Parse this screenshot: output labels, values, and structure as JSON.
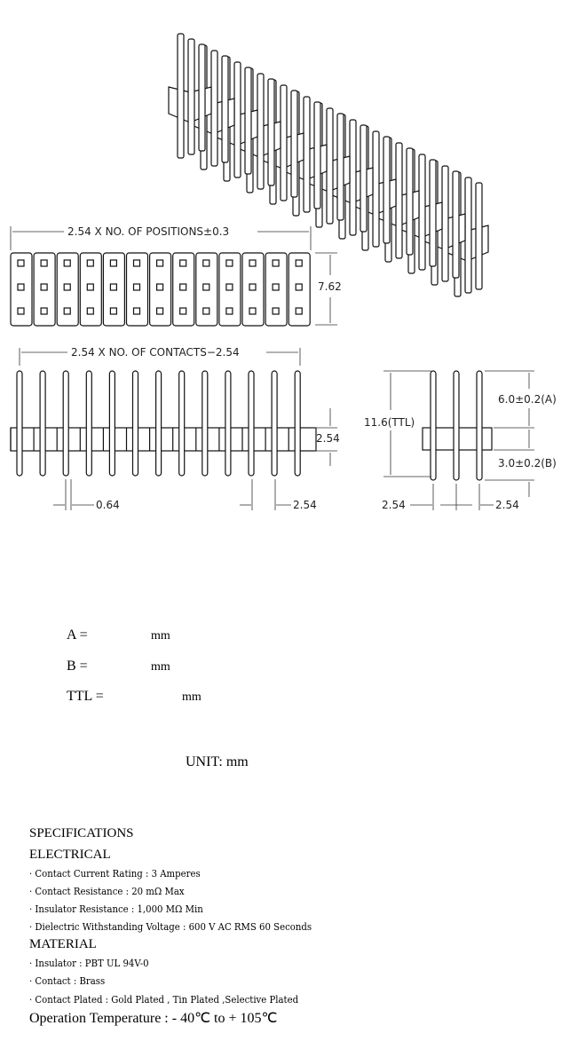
{
  "dimensions": {
    "positions_label": "2.54 X NO. OF POSITIONS±0.3",
    "width_762": "7.62",
    "contacts_label": "2.54 X NO. OF CONTACTS−2.54",
    "height_254": "2.54",
    "pin_width": "0.64",
    "pitch_right": "2.54",
    "ttl": "11.6(TTL)",
    "dim_a": "6.0±0.2(A)",
    "dim_b": "3.0±0.2(B)",
    "side_pitch_left": "2.54",
    "side_pitch_right": "2.54"
  },
  "drawing": {
    "positions": 13,
    "rows": 3
  },
  "formulas": [
    {
      "label": "A =",
      "unit": "mm"
    },
    {
      "label": "B =",
      "unit": "mm"
    },
    {
      "label": "TTL =",
      "unit": "mm"
    }
  ],
  "unit_label": "UNIT: mm",
  "specs": {
    "title": "SPECIFICATIONS",
    "electrical_title": "ELECTRICAL",
    "electrical": [
      "· Contact Current Rating  : 3 Amperes",
      "· Contact Resistance  :  20 mΩ  Max",
      "· Insulator Resistance  :  1,000 MΩ  Min",
      "· Dielectric Withstanding Voltage :  600 V AC RMS 60 Seconds"
    ],
    "material_title": "MATERIAL",
    "material": [
      "· Insulator  :  PBT UL 94V-0",
      "· Contact  :  Brass",
      "· Contact  Plated :  Gold Plated , Tin Plated ,Selective Plated"
    ],
    "temperature": "Operation Temperature  :  - 40℃  to + 105℃"
  }
}
